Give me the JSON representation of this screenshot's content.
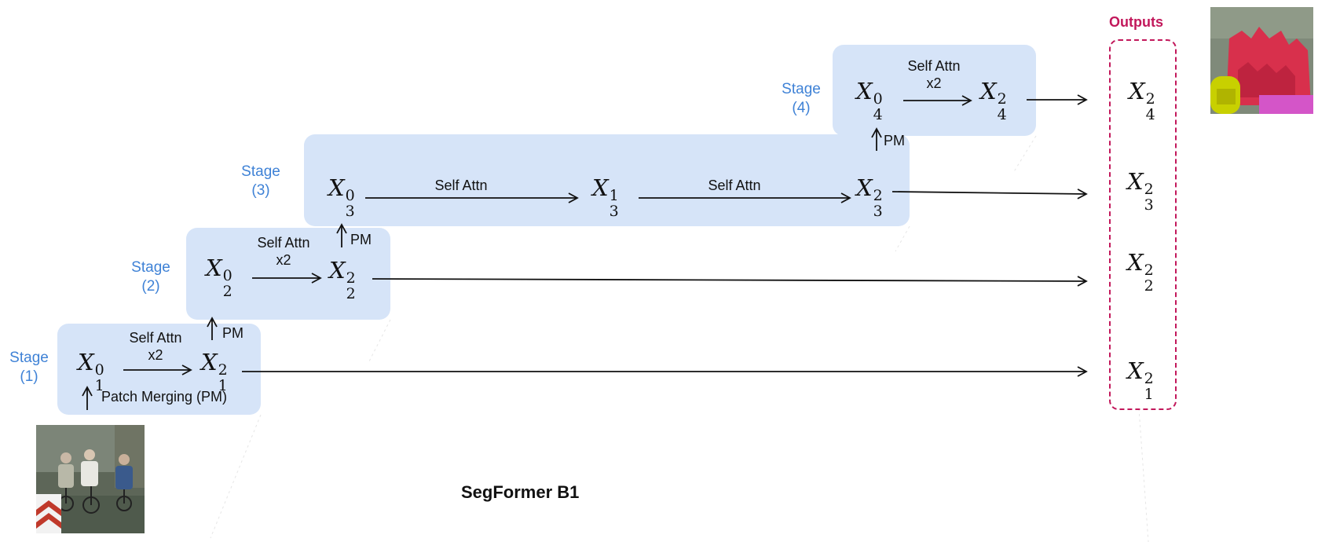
{
  "stages": [
    {
      "label_word": "Stage",
      "label_num": "(1)",
      "sa_label": "Self Attn",
      "sa_count": "x2",
      "in_tok": {
        "base": "X",
        "sup": "0",
        "sub": "1"
      },
      "out_tok": {
        "base": "X",
        "sup": "2",
        "sub": "1"
      },
      "pm_label": "Patch Merging (PM)"
    },
    {
      "label_word": "Stage",
      "label_num": "(2)",
      "sa_label": "Self Attn",
      "sa_count": "x2",
      "in_tok": {
        "base": "X",
        "sup": "0",
        "sub": "2"
      },
      "out_tok": {
        "base": "X",
        "sup": "2",
        "sub": "2"
      },
      "pm_label": "PM"
    },
    {
      "label_word": "Stage",
      "label_num": "(3)",
      "sa_label": "Self Attn",
      "sa_label_2": "Self Attn",
      "in_tok": {
        "base": "X",
        "sup": "0",
        "sub": "3"
      },
      "mid_tok": {
        "base": "X",
        "sup": "1",
        "sub": "3"
      },
      "out_tok": {
        "base": "X",
        "sup": "2",
        "sub": "3"
      },
      "pm_label": "PM"
    },
    {
      "label_word": "Stage",
      "label_num": "(4)",
      "sa_label": "Self Attn",
      "sa_count": "x2",
      "in_tok": {
        "base": "X",
        "sup": "0",
        "sub": "4"
      },
      "out_tok": {
        "base": "X",
        "sup": "2",
        "sub": "4"
      },
      "pm_label": "PM"
    }
  ],
  "outputs": {
    "title": "Outputs",
    "items": [
      {
        "base": "X",
        "sup": "2",
        "sub": "4"
      },
      {
        "base": "X",
        "sup": "2",
        "sub": "3"
      },
      {
        "base": "X",
        "sup": "2",
        "sub": "2"
      },
      {
        "base": "X",
        "sup": "2",
        "sub": "1"
      }
    ]
  },
  "caption": "SegFormer B1",
  "colors": {
    "stage_box": "#d6e4f8",
    "stage_label": "#3f82d6",
    "outputs_accent": "#c2185b"
  }
}
